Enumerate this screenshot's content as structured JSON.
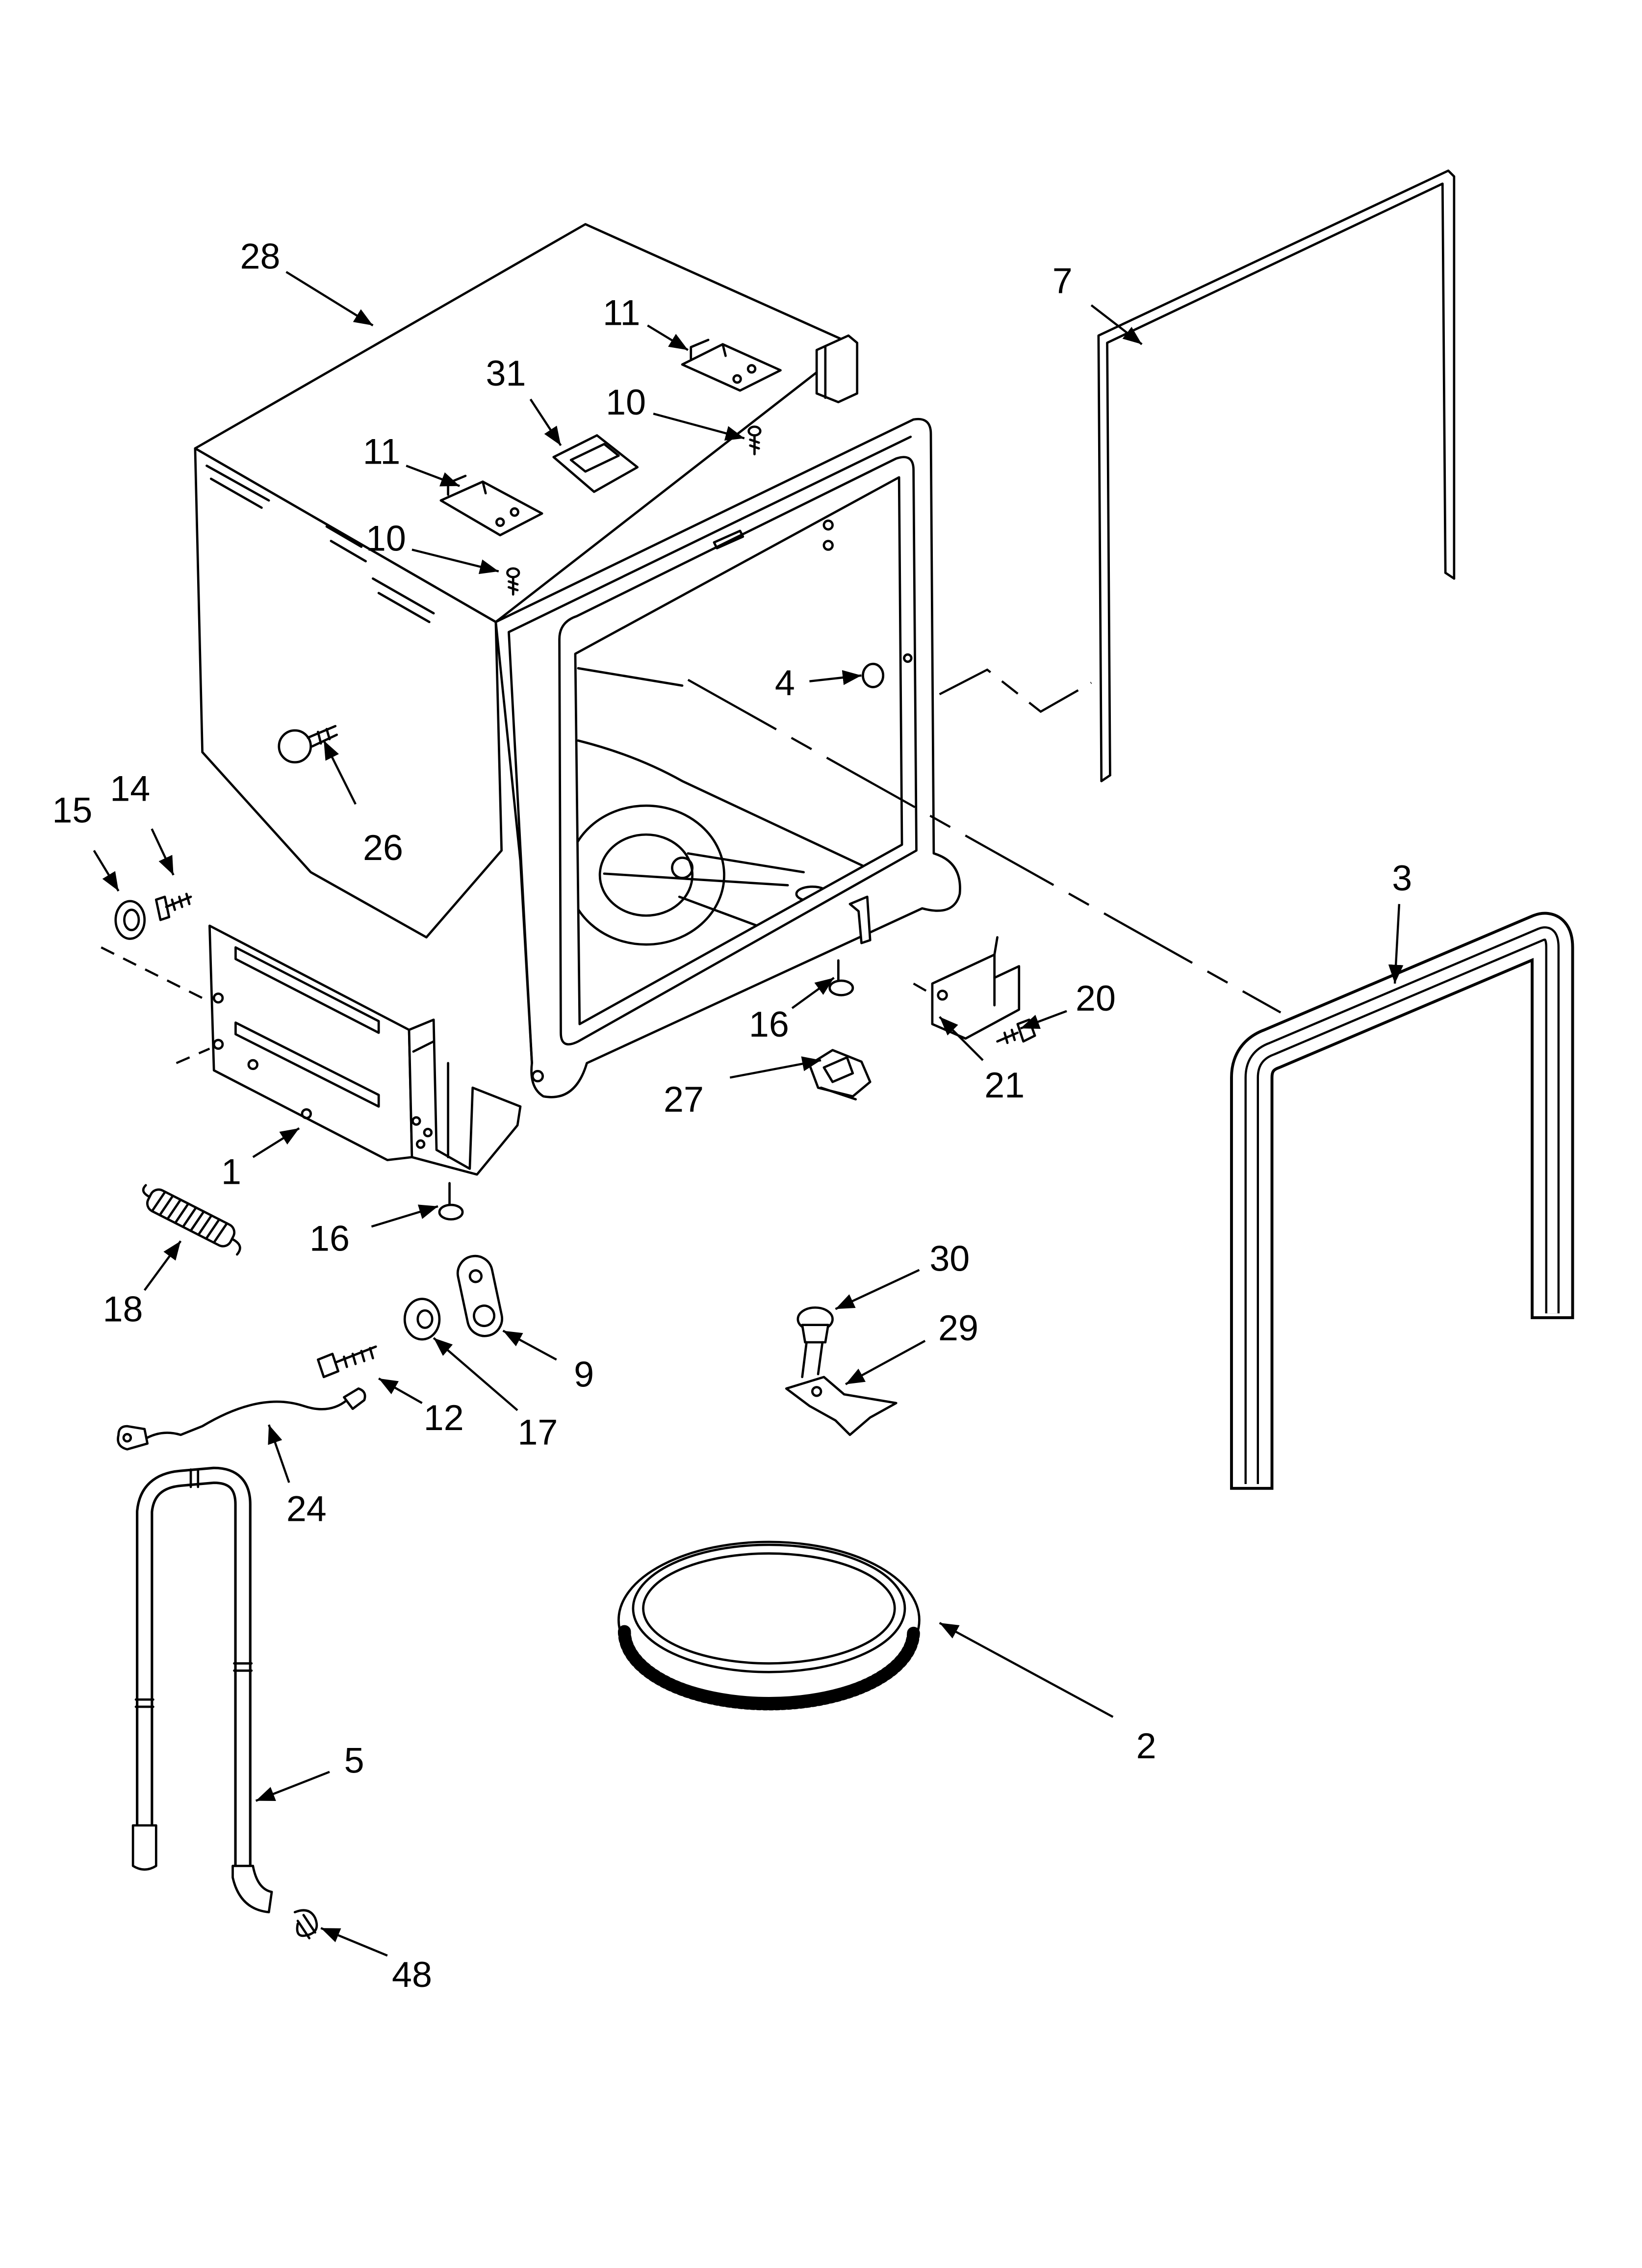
{
  "callouts": [
    "28",
    "7",
    "11",
    "31",
    "10",
    "11",
    "10",
    "4",
    "26",
    "15",
    "14",
    "3",
    "16",
    "20",
    "27",
    "21",
    "1",
    "16",
    "18",
    "30",
    "29",
    "9",
    "12",
    "17",
    "24",
    "5",
    "2",
    "48"
  ],
  "colors": {
    "line": "#000000",
    "background": "#ffffff"
  }
}
